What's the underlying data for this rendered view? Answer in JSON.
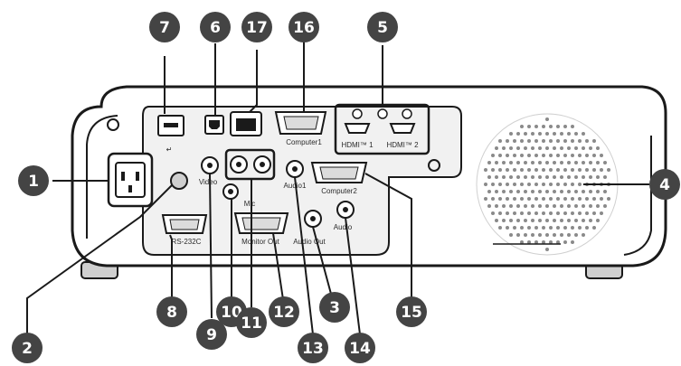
{
  "diagram": {
    "colors": {
      "body": "#ffffff",
      "outline": "#1a1a1a",
      "panel": "#ececec",
      "callout": "#444444",
      "highlight": "#1a1a1a"
    },
    "port_labels": {
      "computer1": "Computer1",
      "computer2": "Computer2",
      "hdmi1": "HDMI™ 1",
      "hdmi2": "HDMI™ 2",
      "rs232c": "RS-232C",
      "monitor_out": "Monitor Out",
      "audio_out": "Audio Out",
      "audio1": "Audio1",
      "audio": "Audio",
      "video": "Video",
      "mic": "Mic"
    },
    "callouts": [
      "1",
      "2",
      "3",
      "4",
      "5",
      "6",
      "7",
      "8",
      "9",
      "10",
      "11",
      "12",
      "13",
      "14",
      "15",
      "16",
      "17"
    ]
  }
}
